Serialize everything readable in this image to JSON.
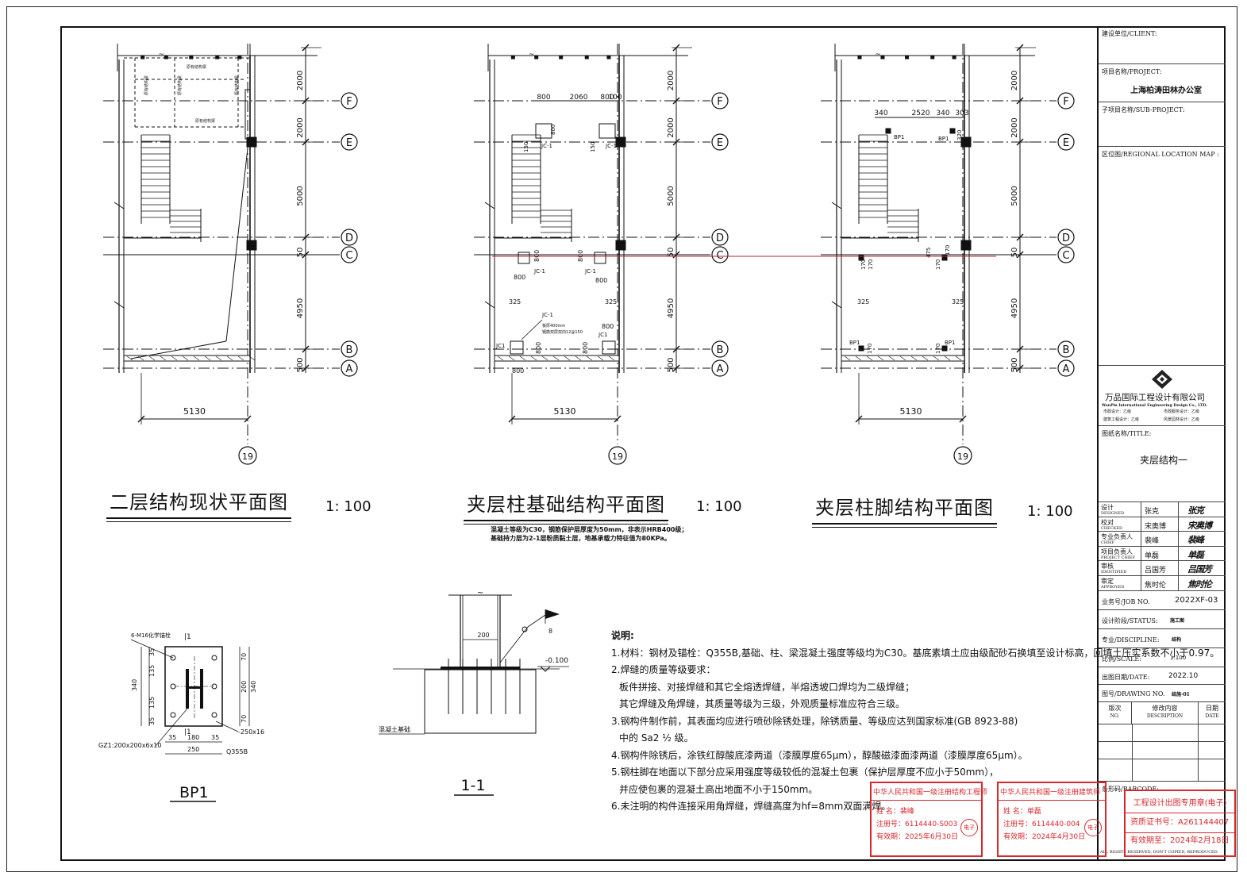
{
  "plans": [
    {
      "title": "二层结构现状平面图",
      "scale": "1: 100",
      "dim_bottom": "5130",
      "grid_number": "19"
    },
    {
      "title": "夹层柱基础结构平面图",
      "scale": "1: 100",
      "dim_bottom": "5130",
      "grid_number": "19",
      "notes": [
        "混凝土等级为C30，钢筋保护层厚度为50mm，非表示HRB400级；",
        "基础持力层为2-1层粉质黏土层，地基承载力特征值为80KPa。"
      ],
      "top_dims": [
        "800",
        "2060",
        "800",
        "100"
      ],
      "tags": [
        "JC-1",
        "JC-1",
        "JC-1",
        "JC-1",
        "JC1",
        "JC1"
      ]
    },
    {
      "title": "夹层柱脚结构平面图",
      "scale": "1: 100",
      "dim_bottom": "5130",
      "grid_number": "19",
      "top_dims": [
        "340",
        "2520",
        "340",
        "303"
      ],
      "tags": [
        "BP1",
        "BP1",
        "BP1",
        "BP1"
      ]
    }
  ],
  "grid_axes": [
    "F",
    "E",
    "D",
    "C",
    "B",
    "A"
  ],
  "vertical_dims": [
    "2000",
    "2000",
    "5000",
    "50",
    "4950",
    "500"
  ],
  "plan1_labels": [
    "原有结构梁",
    "原有结构梁",
    "原有结构梁",
    "原有结构梁",
    "原有结构梁"
  ],
  "plan2_labels": {
    "jc_note1": "板厚400mm",
    "jc_note2": "钢筋双层双向12@150",
    "dim_800": "800",
    "dim_325": "325",
    "dim_150": "150"
  },
  "plan3_labels": {
    "dim_170": "170",
    "dim_475": "475",
    "dim_325": "325",
    "dim_320": "320"
  },
  "detail_bp1": {
    "title": "BP1",
    "label_bolts": "6-M16化学锚栓",
    "label_plate": "-250x16",
    "label_gz": "GZ1:200x200x6x10",
    "material": "Q355B",
    "section_mark": "|1",
    "left_dims": [
      "35",
      "135",
      "135",
      "35"
    ],
    "left_total": "340",
    "right_dims": [
      "70",
      "200",
      "70"
    ],
    "right_total": "340",
    "bottom_dims": [
      "35",
      "180",
      "35"
    ],
    "bottom_total": "250"
  },
  "detail_11": {
    "title": "1-1",
    "dim_200": "200",
    "weld_size": "8",
    "elevation": "-0.100",
    "concrete_label": "混凝土基础"
  },
  "notes": {
    "heading": "说明:",
    "lines": [
      "1.材料：钢材及锚栓：Q355B,基础、柱、梁混凝土强度等级均为C30。基底素填土应由级配砂石换填至设计标高，回填土压实系数不小于0.97。",
      "2.焊缝的质量等级要求：",
      "  板件拼接、对接焊缝和其它全熔透焊缝，半熔透坡口焊均为二级焊缝；",
      "  其它焊缝及角焊缝，其质量等级为三级，外观质量标准应符合三级。",
      "3.钢构件制作前，其表面均应进行喷砂除锈处理，除锈质量、等级应达到国家标准(GB 8923-88)",
      "  中的 Sa2 ½ 级。",
      "4.钢构件除锈后，涂铁红醇酸底漆两道（漆膜厚度65μm），醇酸磁漆面漆两道（漆膜厚度65μm）。",
      "5.钢柱脚在地面以下部分应采用强度等级较低的混凝土包裹（保护层厚度不应小于50mm），",
      "  并应使包裹的混凝土高出地面不小于150mm。",
      "6.未注明的构件连接采用角焊缝，焊缝高度为hf=8mm双面满焊。"
    ]
  },
  "title_block": {
    "client_label": "建设单位/CLIENT:",
    "project_label": "项目名称/PROJECT:",
    "project_value": "上海柏涛田林办公室",
    "subproject_label": "子项目名称/SUB-PROJECT:",
    "location_label": "区位图/REGIONAL LOCATION MAP :",
    "company_cn": "万品国际工程设计有限公司",
    "company_en": "WanPin International Engineering Design Co., LTD.",
    "qualifications": [
      "建筑工程设计：乙级",
      "风景园林设计：乙级",
      "市政设计：乙级",
      "市政服务设计：乙级"
    ],
    "drawing_title_label": "图纸名称/TITLE:",
    "drawing_title": "夹层结构一",
    "staff": [
      {
        "role_cn": "设计",
        "role_en": "DESIGNED",
        "name": "张克",
        "sign": "张克"
      },
      {
        "role_cn": "校对",
        "role_en": "CHECKED",
        "name": "宋奥博",
        "sign": "宋奥博"
      },
      {
        "role_cn": "专业负责人",
        "role_en": "CHIEF",
        "name": "裴峰",
        "sign": "裴峰"
      },
      {
        "role_cn": "项目负责人",
        "role_en": "PROJECT CHIEF",
        "name": "单磊",
        "sign": "单磊"
      },
      {
        "role_cn": "审核",
        "role_en": "IDENTIFIED",
        "name": "吕国芳",
        "sign": "吕国芳"
      },
      {
        "role_cn": "审定",
        "role_en": "APPROVED",
        "name": "焦时伦",
        "sign": "焦时伦"
      }
    ],
    "job_no_label": "业务号/JOB NO.",
    "job_no": "2022XF-03",
    "status_label": "设计阶段/STATUS:",
    "status": "施工图",
    "discipline_label": "专业/DISCIPLINE:",
    "discipline": "结构",
    "scale_label": "比例/SCALE:",
    "scale": "1:100",
    "date_label": "出图日期/DATE:",
    "date": "2022.10",
    "drawing_no_label": "图号/DRAWING NO.",
    "drawing_no": "结施-01",
    "rev_headers": [
      {
        "cn": "版次",
        "en": "NO."
      },
      {
        "cn": "修改内容",
        "en": "DESCRIPTION"
      },
      {
        "cn": "日期",
        "en": "DATE"
      }
    ],
    "barcode_label": "条形码/BARCODE:",
    "copyright": "ALL RIGHTS RESERVED, DON'T COPIED, REPRODUCED."
  },
  "stamps": [
    {
      "header": "中华人民共和国一级注册结构工程师",
      "name": "姓  名：裴峰",
      "reg": "注册号：6114440-S003",
      "valid": "有效期：2025年6月30日",
      "tag": "电子"
    },
    {
      "header": "中华人民共和国一级注册建筑师",
      "name": "姓  名：单磊",
      "reg": "注册号：6114440-004",
      "valid": "有效期：2024年4月30日",
      "tag": "电子"
    }
  ],
  "seal": {
    "title": "工程设计出图专用章(电子)",
    "cert": "资质证书号：A261144407",
    "valid": "有效期至：2024年2月18日"
  },
  "colors": {
    "ink": "#111111",
    "stamp_red": "#d8282e",
    "red_line": "#c0202a"
  }
}
